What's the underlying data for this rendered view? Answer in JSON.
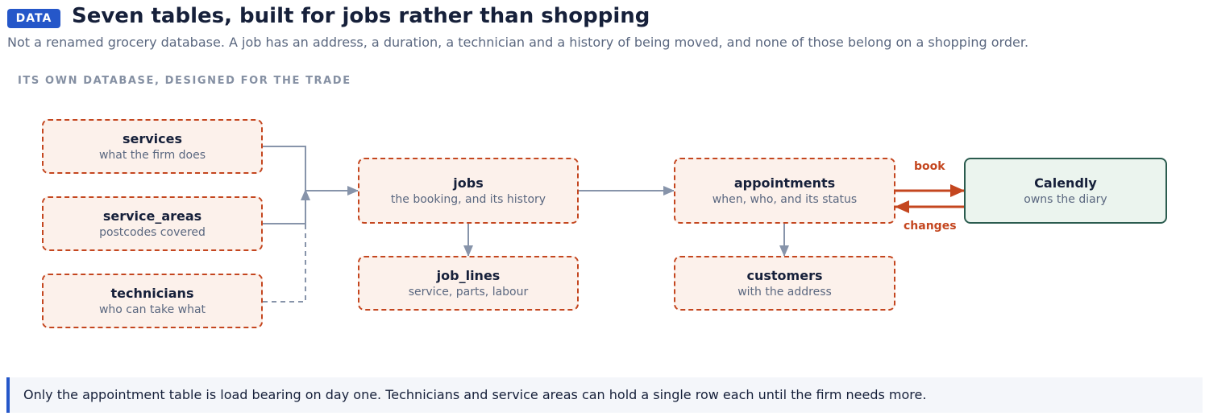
{
  "header": {
    "badge": "DATA",
    "title": "Seven tables, built for jobs rather than shopping",
    "subtitle": "Not a renamed grocery database. A job has an address, a duration, a technician and a history of being moved, and none of those belong on a shopping order."
  },
  "section_label": "ITS OWN DATABASE, DESIGNED FOR THE TRADE",
  "diagram": {
    "nodes": {
      "services": {
        "name": "services",
        "desc": "what the firm does"
      },
      "service_areas": {
        "name": "service_areas",
        "desc": "postcodes covered"
      },
      "technicians": {
        "name": "technicians",
        "desc": "who can take what"
      },
      "jobs": {
        "name": "jobs",
        "desc": "the booking, and its history"
      },
      "job_lines": {
        "name": "job_lines",
        "desc": "service, parts, labour"
      },
      "appointments": {
        "name": "appointments",
        "desc": "when, who, and its status"
      },
      "customers": {
        "name": "customers",
        "desc": "with the address"
      },
      "calendly": {
        "name": "Calendly",
        "desc": "owns the diary"
      }
    },
    "edge_labels": {
      "book": "book",
      "changes": "changes"
    },
    "colors": {
      "table_border": "#c4461f",
      "table_fill": "#fcf1eb",
      "external_border": "#2b5c4f",
      "external_fill": "#ebf4ee",
      "connector": "#8794aa",
      "sync_arrow": "#c4461f"
    }
  },
  "footer_note": "Only the appointment table is load bearing on day one. Technicians and service areas can hold a single row each until the firm needs more."
}
